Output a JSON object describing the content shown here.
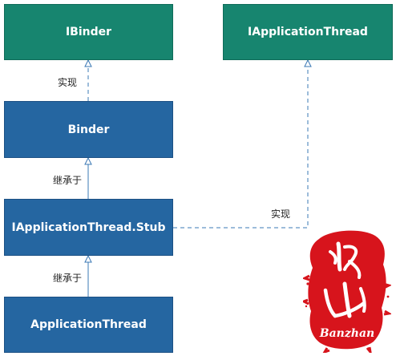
{
  "nodes": {
    "ibinder": "IBinder",
    "iapplicationthread": "IApplicationThread",
    "binder": "Binder",
    "stub": "IApplicationThread.Stub",
    "applicationthread": "ApplicationThread"
  },
  "edges": {
    "binder_to_ibinder": "实现",
    "stub_to_binder": "继承于",
    "stub_to_iapplicationthread": "实现",
    "applicationthread_to_stub": "继承于"
  },
  "seal": {
    "text": "Banzhan"
  },
  "colors": {
    "interface_fill": "#17856f",
    "class_fill": "#2566a1",
    "connector": "#3b78b4",
    "seal_red": "#d7141c"
  }
}
